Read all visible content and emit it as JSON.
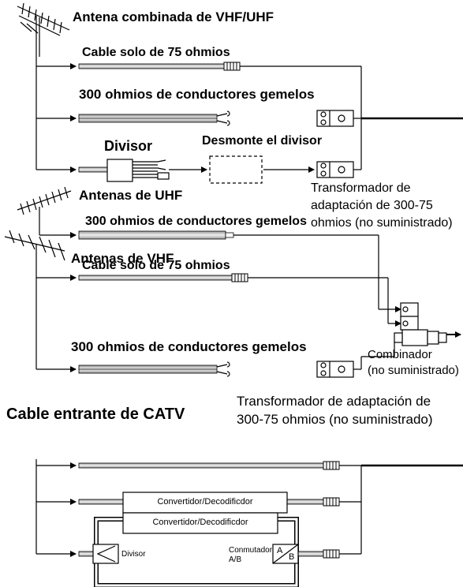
{
  "section_vhf_uhf": {
    "title": "Antena combinada de VHF/UHF",
    "cable_75": "Cable solo de 75 ohmios",
    "twin_300": "300 ohmios de conductores gemelos",
    "splitter": "Divisor",
    "remove_splitter": "Desmonte el divisor",
    "transformer_note": "Transformador de\nadaptación de 300-75\nohmios (no suministrado)"
  },
  "section_uhf": {
    "title": "Antenas de UHF",
    "twin_300": "300 ohmios de conductores gemelos"
  },
  "section_vhf": {
    "title": "Antenas de VHF",
    "cable_75": "Cable solo de 75 ohmios",
    "twin_300": "300 ohmios de conductores gemelos",
    "combiner_note": "Combinador\n(no suministrado)",
    "transformer_note": "Transformador de adaptación de\n300-75 ohmios (no suministrado)"
  },
  "section_catv": {
    "title": "Cable entrante de CATV",
    "converter_1": "Convertidor/Decodificdor",
    "converter_2": "Convertidor/Decodificdor",
    "splitter": "Divisor",
    "switch": "Conmutador\nA/B",
    "switch_a": "A",
    "switch_b": "B"
  }
}
